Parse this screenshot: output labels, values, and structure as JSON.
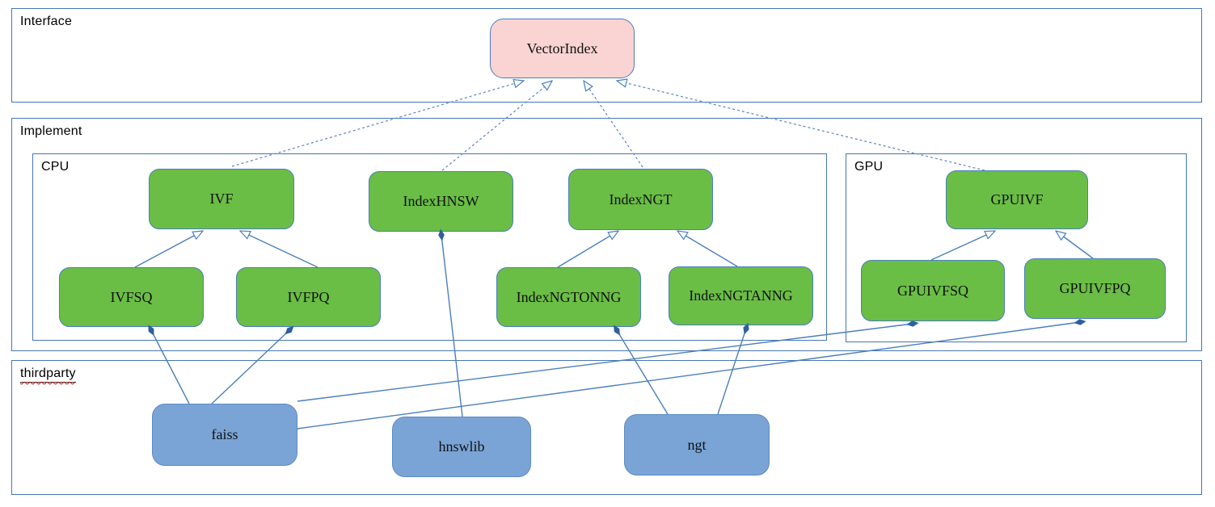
{
  "diagram": {
    "containers": {
      "interface": {
        "label": "Interface"
      },
      "implement": {
        "label": "Implement"
      },
      "cpu": {
        "label": "CPU"
      },
      "gpu": {
        "label": "GPU"
      },
      "thirdparty": {
        "label": "thirdparty",
        "spellcheck_squiggle": true
      }
    },
    "nodes": {
      "vectorindex": {
        "label": "VectorIndex",
        "category": "interface"
      },
      "ivf": {
        "label": "IVF",
        "category": "cpu-implementation"
      },
      "indexhnsw": {
        "label": "IndexHNSW",
        "category": "cpu-implementation"
      },
      "indexngt": {
        "label": "IndexNGT",
        "category": "cpu-implementation"
      },
      "ivfsq": {
        "label": "IVFSQ",
        "category": "cpu-implementation"
      },
      "ivfpq": {
        "label": "IVFPQ",
        "category": "cpu-implementation"
      },
      "indexngtonng": {
        "label": "IndexNGTONNG",
        "category": "cpu-implementation"
      },
      "indexngtanng": {
        "label": "IndexNGTANNG",
        "category": "cpu-implementation"
      },
      "gpuivf": {
        "label": "GPUIVF",
        "category": "gpu-implementation"
      },
      "gpuivfsq": {
        "label": "GPUIVFSQ",
        "category": "gpu-implementation"
      },
      "gpuivfpq": {
        "label": "GPUIVFPQ",
        "category": "gpu-implementation"
      },
      "faiss": {
        "label": "faiss",
        "category": "thirdparty-library"
      },
      "hnswlib": {
        "label": "hnswlib",
        "category": "thirdparty-library"
      },
      "ngt": {
        "label": "ngt",
        "category": "thirdparty-library"
      }
    },
    "edges": [
      {
        "from": "IVF",
        "to": "VectorIndex",
        "type": "realization",
        "style": "dashed-hollow-arrow"
      },
      {
        "from": "IndexHNSW",
        "to": "VectorIndex",
        "type": "realization",
        "style": "dashed-hollow-arrow"
      },
      {
        "from": "IndexNGT",
        "to": "VectorIndex",
        "type": "realization",
        "style": "dashed-hollow-arrow"
      },
      {
        "from": "GPUIVF",
        "to": "VectorIndex",
        "type": "realization",
        "style": "dashed-hollow-arrow"
      },
      {
        "from": "IVFSQ",
        "to": "IVF",
        "type": "inheritance",
        "style": "solid-hollow-arrow"
      },
      {
        "from": "IVFPQ",
        "to": "IVF",
        "type": "inheritance",
        "style": "solid-hollow-arrow"
      },
      {
        "from": "IndexNGTONNG",
        "to": "IndexNGT",
        "type": "inheritance",
        "style": "solid-hollow-arrow"
      },
      {
        "from": "IndexNGTANNG",
        "to": "IndexNGT",
        "type": "inheritance",
        "style": "solid-hollow-arrow"
      },
      {
        "from": "GPUIVFSQ",
        "to": "GPUIVF",
        "type": "inheritance",
        "style": "solid-hollow-arrow"
      },
      {
        "from": "GPUIVFPQ",
        "to": "GPUIVF",
        "type": "inheritance",
        "style": "solid-hollow-arrow"
      },
      {
        "from": "IndexHNSW",
        "to": "hnswlib",
        "type": "composition",
        "style": "filled-diamond-at-owner"
      },
      {
        "from": "IVFSQ",
        "to": "faiss",
        "type": "composition",
        "style": "filled-diamond-at-owner"
      },
      {
        "from": "IVFPQ",
        "to": "faiss",
        "type": "composition",
        "style": "filled-diamond-at-owner"
      },
      {
        "from": "IndexNGTONNG",
        "to": "ngt",
        "type": "composition",
        "style": "filled-diamond-at-owner"
      },
      {
        "from": "IndexNGTANNG",
        "to": "ngt",
        "type": "composition",
        "style": "filled-diamond-at-owner"
      },
      {
        "from": "GPUIVFSQ",
        "to": "faiss",
        "type": "composition",
        "style": "filled-diamond-at-owner"
      },
      {
        "from": "GPUIVFPQ",
        "to": "faiss",
        "type": "composition",
        "style": "filled-diamond-at-owner"
      }
    ],
    "colors": {
      "interface_node_fill": "#f9d4d2",
      "implementation_node_fill": "#6abe45",
      "thirdparty_node_fill": "#7ba4d6",
      "node_border": "#4a7ebd",
      "container_border": "#4576b4",
      "solid_line": "#4a7ebd",
      "dashed_line": "#5b83c4",
      "diamond_fill": "#2f5f9e",
      "spellcheck_underline": "#cc0000",
      "text": "#101010",
      "background": "#ffffff"
    }
  }
}
